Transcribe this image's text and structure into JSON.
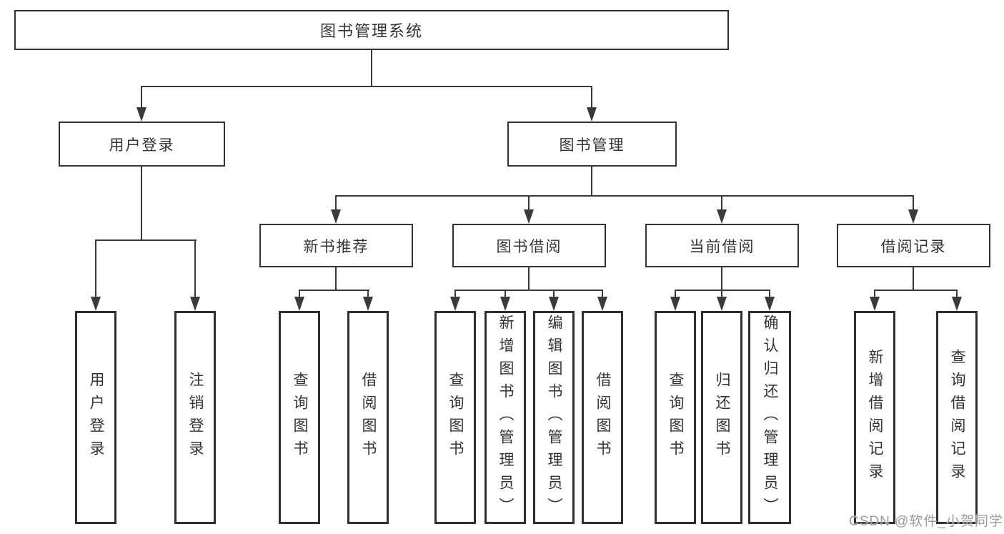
{
  "colors": {
    "line": "#3a3a3a",
    "box_border": "#333333",
    "text": "#333333",
    "watermark": "#9c9c9c",
    "background": "#ffffff"
  },
  "watermark": {
    "text": "CSDN @软件_小贺同学"
  },
  "tree": {
    "label": "图书管理系统",
    "children": [
      {
        "label": "用户登录",
        "children": [
          {
            "label": "用户登录"
          },
          {
            "label": "注销登录"
          }
        ]
      },
      {
        "label": "图书管理",
        "children": [
          {
            "label": "新书推荐",
            "children": [
              {
                "label": "查询图书"
              },
              {
                "label": "借阅图书"
              }
            ]
          },
          {
            "label": "图书借阅",
            "children": [
              {
                "label": "查询图书"
              },
              {
                "label": "新增图书（管理员）"
              },
              {
                "label": "编辑图书（管理员）"
              },
              {
                "label": "借阅图书"
              }
            ]
          },
          {
            "label": "当前借阅",
            "children": [
              {
                "label": "查询图书"
              },
              {
                "label": "归还图书"
              },
              {
                "label": "确认归还（管理员）"
              }
            ]
          },
          {
            "label": "借阅记录",
            "children": [
              {
                "label": "新增借阅记录"
              },
              {
                "label": "查询借阅记录"
              }
            ]
          }
        ]
      }
    ]
  }
}
